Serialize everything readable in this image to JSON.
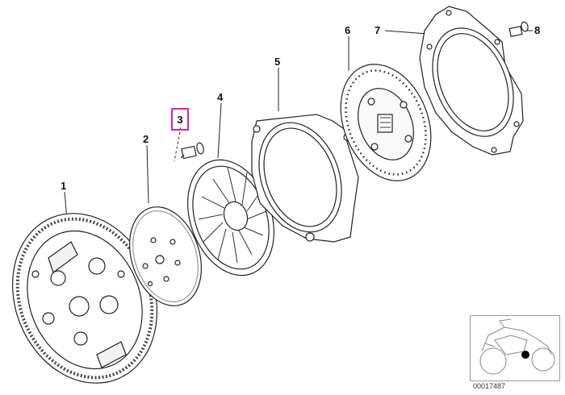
{
  "callouts": {
    "c1": "1",
    "c2": "2",
    "c3": "3",
    "c4": "4",
    "c5": "5",
    "c6": "6",
    "c7": "7",
    "c8": "8"
  },
  "highlighted_callout": "3",
  "highlight_color": "#e0239b",
  "diagram_code": "00017487",
  "icons": [
    "flywheel-icon",
    "clutch-disc-icon",
    "bolt-icon",
    "pressure-plate-icon",
    "clutch-cover-icon",
    "friction-disc-icon",
    "retaining-plate-icon",
    "motorcycle-thumbnail-icon"
  ]
}
